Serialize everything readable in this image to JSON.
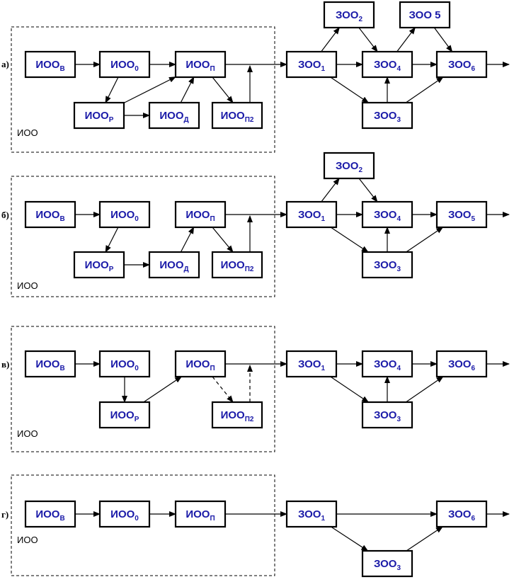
{
  "rows": [
    {
      "letter": "а)",
      "group_label": "ИОО",
      "nodes": [
        {
          "id": "v",
          "base": "ИОО",
          "sub": "В"
        },
        {
          "id": "o",
          "base": "ИОО",
          "sub": "0"
        },
        {
          "id": "p",
          "base": "ИОО",
          "sub": "П"
        },
        {
          "id": "r",
          "base": "ИОО",
          "sub": "Р"
        },
        {
          "id": "d",
          "base": "ИОО",
          "sub": "Д"
        },
        {
          "id": "p2",
          "base": "ИОО",
          "sub": "П2"
        },
        {
          "id": "z1",
          "base": "ЗОО",
          "sub": "1"
        },
        {
          "id": "z2",
          "base": "ЗОО",
          "sub": "2"
        },
        {
          "id": "z5",
          "base": "ЗОО 5",
          "sub": ""
        },
        {
          "id": "z4",
          "base": "ЗОО",
          "sub": "4"
        },
        {
          "id": "z6",
          "base": "ЗОО",
          "sub": "6"
        },
        {
          "id": "z3",
          "base": "ЗОО",
          "sub": "3"
        }
      ],
      "edges": [
        {
          "from": "v",
          "to": "o"
        },
        {
          "from": "o",
          "to": "p"
        },
        {
          "from": "o",
          "to": "r"
        },
        {
          "from": "r",
          "to": "p"
        },
        {
          "from": "r",
          "to": "d"
        },
        {
          "from": "d",
          "to": "p"
        },
        {
          "from": "p",
          "to": "p2"
        },
        {
          "from": "p2",
          "to": "mainline"
        },
        {
          "from": "p",
          "to": "z1"
        },
        {
          "from": "z1",
          "to": "z2"
        },
        {
          "from": "z1",
          "to": "z4"
        },
        {
          "from": "z1",
          "to": "z3"
        },
        {
          "from": "z2",
          "to": "z4"
        },
        {
          "from": "z3",
          "to": "z4"
        },
        {
          "from": "z4",
          "to": "z5"
        },
        {
          "from": "z4",
          "to": "z6"
        },
        {
          "from": "z5",
          "to": "z6"
        },
        {
          "from": "z3",
          "to": "z6"
        },
        {
          "from": "z6",
          "to": "out"
        }
      ]
    },
    {
      "letter": "б)",
      "group_label": "ИОО",
      "nodes": [
        {
          "id": "v",
          "base": "ИОО",
          "sub": "В"
        },
        {
          "id": "o",
          "base": "ИОО",
          "sub": "0"
        },
        {
          "id": "p",
          "base": "ИОО",
          "sub": "П"
        },
        {
          "id": "r",
          "base": "ИОО",
          "sub": "Р"
        },
        {
          "id": "d",
          "base": "ИОО",
          "sub": "Д"
        },
        {
          "id": "p2",
          "base": "ИОО",
          "sub": "П2"
        },
        {
          "id": "z1",
          "base": "ЗОО",
          "sub": "1"
        },
        {
          "id": "z2",
          "base": "ЗОО",
          "sub": "2"
        },
        {
          "id": "z4",
          "base": "ЗОО",
          "sub": "4"
        },
        {
          "id": "z5",
          "base": "ЗОО",
          "sub": "5"
        },
        {
          "id": "z3",
          "base": "ЗОО",
          "sub": "3"
        }
      ],
      "edges": [
        {
          "from": "v",
          "to": "o"
        },
        {
          "from": "o",
          "to": "r"
        },
        {
          "from": "r",
          "to": "d"
        },
        {
          "from": "d",
          "to": "p"
        },
        {
          "from": "p",
          "to": "p2"
        },
        {
          "from": "p2",
          "to": "mainline"
        },
        {
          "from": "p",
          "to": "z1"
        },
        {
          "from": "z1",
          "to": "z2"
        },
        {
          "from": "z1",
          "to": "z4"
        },
        {
          "from": "z1",
          "to": "z3"
        },
        {
          "from": "z2",
          "to": "z4"
        },
        {
          "from": "z3",
          "to": "z4"
        },
        {
          "from": "z4",
          "to": "z5"
        },
        {
          "from": "z3",
          "to": "z5"
        },
        {
          "from": "z5",
          "to": "out"
        }
      ]
    },
    {
      "letter": "в)",
      "group_label": "ИОО",
      "nodes": [
        {
          "id": "v",
          "base": "ИОО",
          "sub": "В"
        },
        {
          "id": "o",
          "base": "ИОО",
          "sub": "0"
        },
        {
          "id": "p",
          "base": "ИОО",
          "sub": "П"
        },
        {
          "id": "r",
          "base": "ИОО",
          "sub": "Р"
        },
        {
          "id": "p2",
          "base": "ИОО",
          "sub": "П2"
        },
        {
          "id": "z1",
          "base": "ЗОО",
          "sub": "1"
        },
        {
          "id": "z4",
          "base": "ЗОО",
          "sub": "4"
        },
        {
          "id": "z6",
          "base": "ЗОО",
          "sub": "6"
        },
        {
          "id": "z3",
          "base": "ЗОО",
          "sub": "3"
        }
      ],
      "edges": [
        {
          "from": "v",
          "to": "o"
        },
        {
          "from": "o",
          "to": "r"
        },
        {
          "from": "r",
          "to": "p"
        },
        {
          "from": "p",
          "to": "p2",
          "style": "dashed"
        },
        {
          "from": "p2",
          "to": "mainline",
          "style": "dashed"
        },
        {
          "from": "p",
          "to": "z1"
        },
        {
          "from": "z1",
          "to": "z4"
        },
        {
          "from": "z1",
          "to": "z3"
        },
        {
          "from": "z3",
          "to": "z4"
        },
        {
          "from": "z4",
          "to": "z6"
        },
        {
          "from": "z3",
          "to": "z6"
        },
        {
          "from": "z6",
          "to": "out"
        }
      ]
    },
    {
      "letter": "г)",
      "group_label": "ИОО",
      "nodes": [
        {
          "id": "v",
          "base": "ИОО",
          "sub": "В"
        },
        {
          "id": "o",
          "base": "ИОО",
          "sub": "0"
        },
        {
          "id": "p",
          "base": "ИОО",
          "sub": "П"
        },
        {
          "id": "z1",
          "base": "ЗОО",
          "sub": "1"
        },
        {
          "id": "z6",
          "base": "ЗОО",
          "sub": "6"
        },
        {
          "id": "z3",
          "base": "ЗОО",
          "sub": "3"
        }
      ],
      "edges": [
        {
          "from": "v",
          "to": "o"
        },
        {
          "from": "o",
          "to": "p"
        },
        {
          "from": "p",
          "to": "z1"
        },
        {
          "from": "z1",
          "to": "z6"
        },
        {
          "from": "z1",
          "to": "z3"
        },
        {
          "from": "z3",
          "to": "z6"
        },
        {
          "from": "z6",
          "to": "out"
        }
      ]
    }
  ]
}
